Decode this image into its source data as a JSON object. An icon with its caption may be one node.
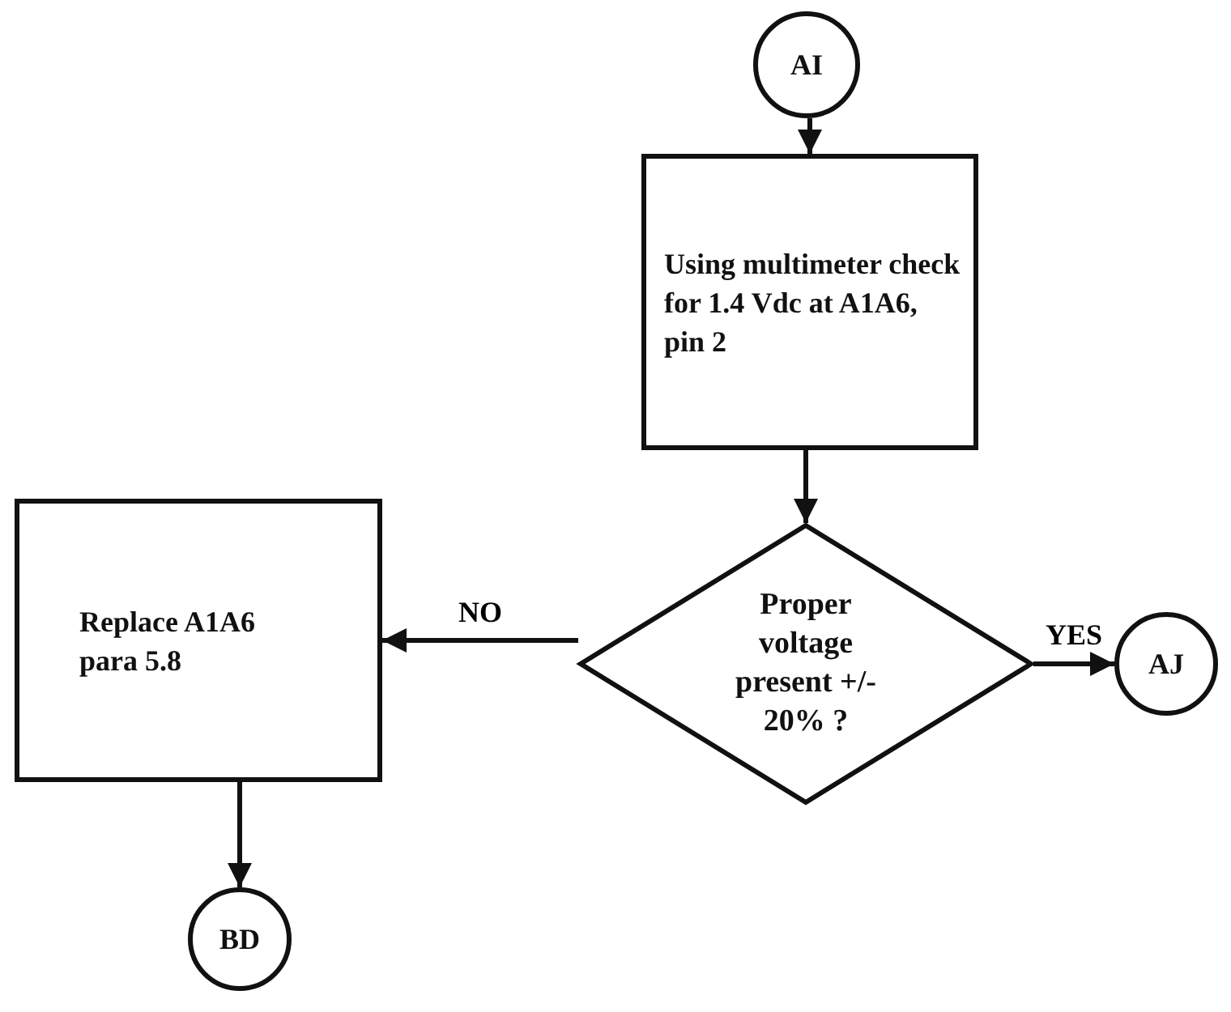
{
  "diagram": {
    "nodes": [
      {
        "text": [
          "AI"
        ]
      },
      {
        "text": [
          "Using multimeter check for 1.4 Vdc at A1A6, pin 2"
        ]
      },
      {
        "text": [
          "Proper voltage present +/- 20% ?"
        ]
      },
      {
        "text": [
          "Replace A1A6 para 5.8"
        ]
      },
      {
        "text": [
          "AJ"
        ]
      },
      {
        "text": [
          "BD"
        ]
      }
    ],
    "edges": [
      {
        "from": 0,
        "to": 1,
        "arrow": "to"
      },
      {
        "from": 1,
        "to": 2,
        "arrow": "to"
      },
      {
        "from": 2,
        "to": 3,
        "arrow": "to",
        "label": "NO"
      },
      {
        "from": 2,
        "to": 4,
        "arrow": "to",
        "label": "YES"
      },
      {
        "from": 3,
        "to": 5,
        "arrow": "to"
      }
    ]
  }
}
